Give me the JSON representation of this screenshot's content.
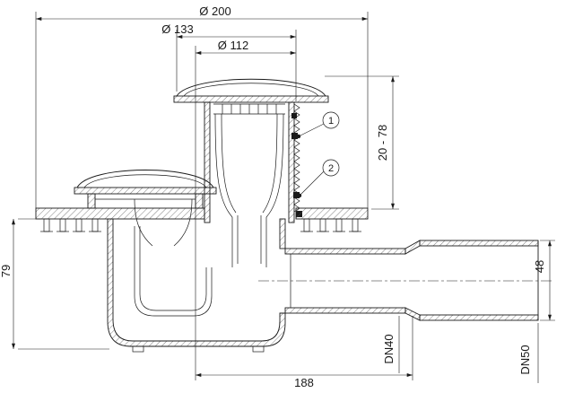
{
  "colors": {
    "line": "#1a1a1a",
    "background": "#ffffff"
  },
  "dims": {
    "dia200": "Ø 200",
    "dia133": "Ø 133",
    "dia112": "Ø 112",
    "adjust": "20 - 78",
    "body_height": "79",
    "outlet_od": "48",
    "outlet_dn": "DN40",
    "socket_dn": "DN50",
    "length": "188"
  },
  "callouts": {
    "one": "1",
    "two": "2"
  }
}
